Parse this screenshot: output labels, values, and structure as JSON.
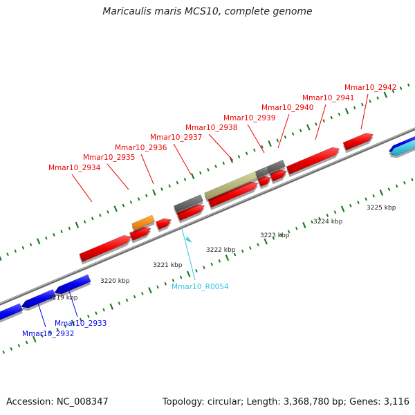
{
  "title": "Maricaulis maris MCS10, complete genome",
  "footer": {
    "accession": "Accession: NC_008347",
    "summary": "Topology: circular; Length: 3,368,780 bp; Genes: 3,116"
  },
  "colors": {
    "forward_gene": "#ee0000",
    "reverse_gene": "#0000ee",
    "rna": "#33c4e0",
    "orange_feature": "#ff8c00",
    "gray_feature": "#6e6e6e",
    "olive_feature": "#bdbd7a",
    "backbone": "#8a8a8a",
    "tick": "#1a7a1a"
  },
  "scale_labels": [
    "3219 kbp",
    "3220 kbp",
    "3221 kbp",
    "3222 kbp",
    "3223 kbp",
    "3224 kbp",
    "3225 kbp"
  ],
  "gene_labels": [
    {
      "id": "Mmar10_2934",
      "strand": "forward"
    },
    {
      "id": "Mmar10_2935",
      "strand": "forward"
    },
    {
      "id": "Mmar10_2936",
      "strand": "forward"
    },
    {
      "id": "Mmar10_2937",
      "strand": "forward"
    },
    {
      "id": "Mmar10_2938",
      "strand": "forward"
    },
    {
      "id": "Mmar10_2939",
      "strand": "forward"
    },
    {
      "id": "Mmar10_2940",
      "strand": "forward"
    },
    {
      "id": "Mmar10_2941",
      "strand": "forward"
    },
    {
      "id": "Mmar10_2942",
      "strand": "forward"
    },
    {
      "id": "Mmar10_R0054",
      "strand": "rna"
    },
    {
      "id": "Mmar10_2933",
      "strand": "reverse"
    },
    {
      "id": "Mmar10_2932",
      "strand": "reverse"
    }
  ]
}
